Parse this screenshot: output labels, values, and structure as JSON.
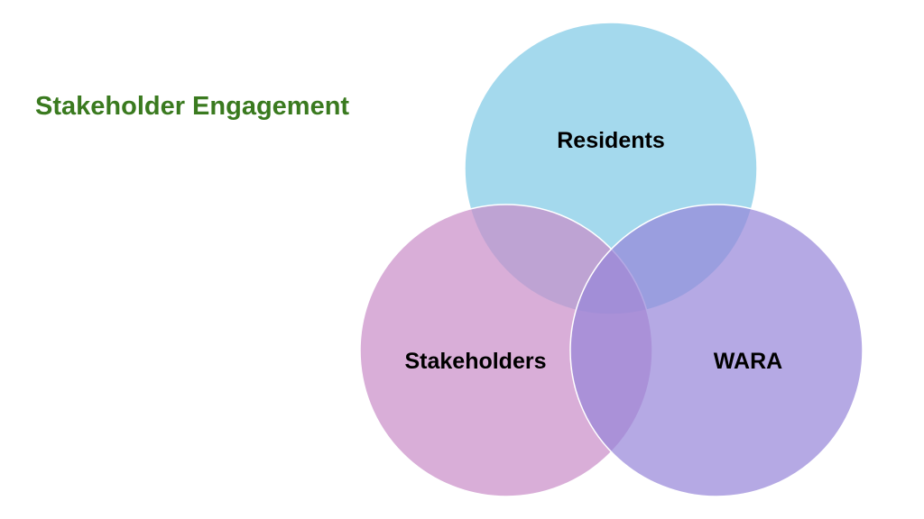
{
  "slide": {
    "title": "Stakeholder Engagement",
    "title_color": "#3a7a1f",
    "background": "#ffffff"
  },
  "venn": {
    "sets": [
      {
        "id": "residents",
        "label": "Residents",
        "color": "#7ec9e6"
      },
      {
        "id": "stakeholders",
        "label": "Stakeholders",
        "color": "#c98bc7"
      },
      {
        "id": "wara",
        "label": "WARA",
        "color": "#9685d9"
      }
    ],
    "circle_outline_color": "#ffffff",
    "overlap_opacity": 0.7
  }
}
